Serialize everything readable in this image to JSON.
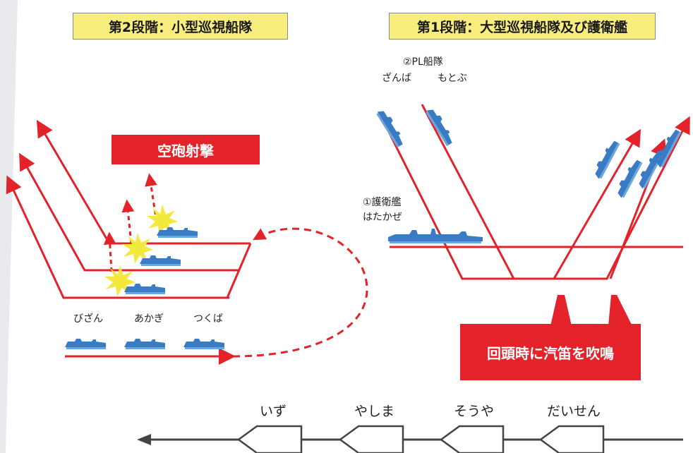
{
  "stage2": {
    "title": "第2段階：小型巡視船隊",
    "fire_label": "空砲射撃",
    "ships": [
      "びざん",
      "あかぎ",
      "つくば"
    ]
  },
  "stage1": {
    "title": "第1段階：大型巡視船隊及び護衛艦",
    "pl_fleet_label": "②PL船隊",
    "pl_ships": [
      "ざんば",
      "もとぶ"
    ],
    "escort_label": "①護衛艦",
    "escort_name": "はたかぜ",
    "horn_label": "回頭時に汽笛を吹鳴"
  },
  "formation": {
    "ships": [
      "いず",
      "やしま",
      "そうや",
      "だいせん"
    ]
  },
  "colors": {
    "red": "#e3222a",
    "ship_blue": "#3a7cc4",
    "title_yellow": "#f8ee7e",
    "flash_yellow": "#f2e93c"
  }
}
